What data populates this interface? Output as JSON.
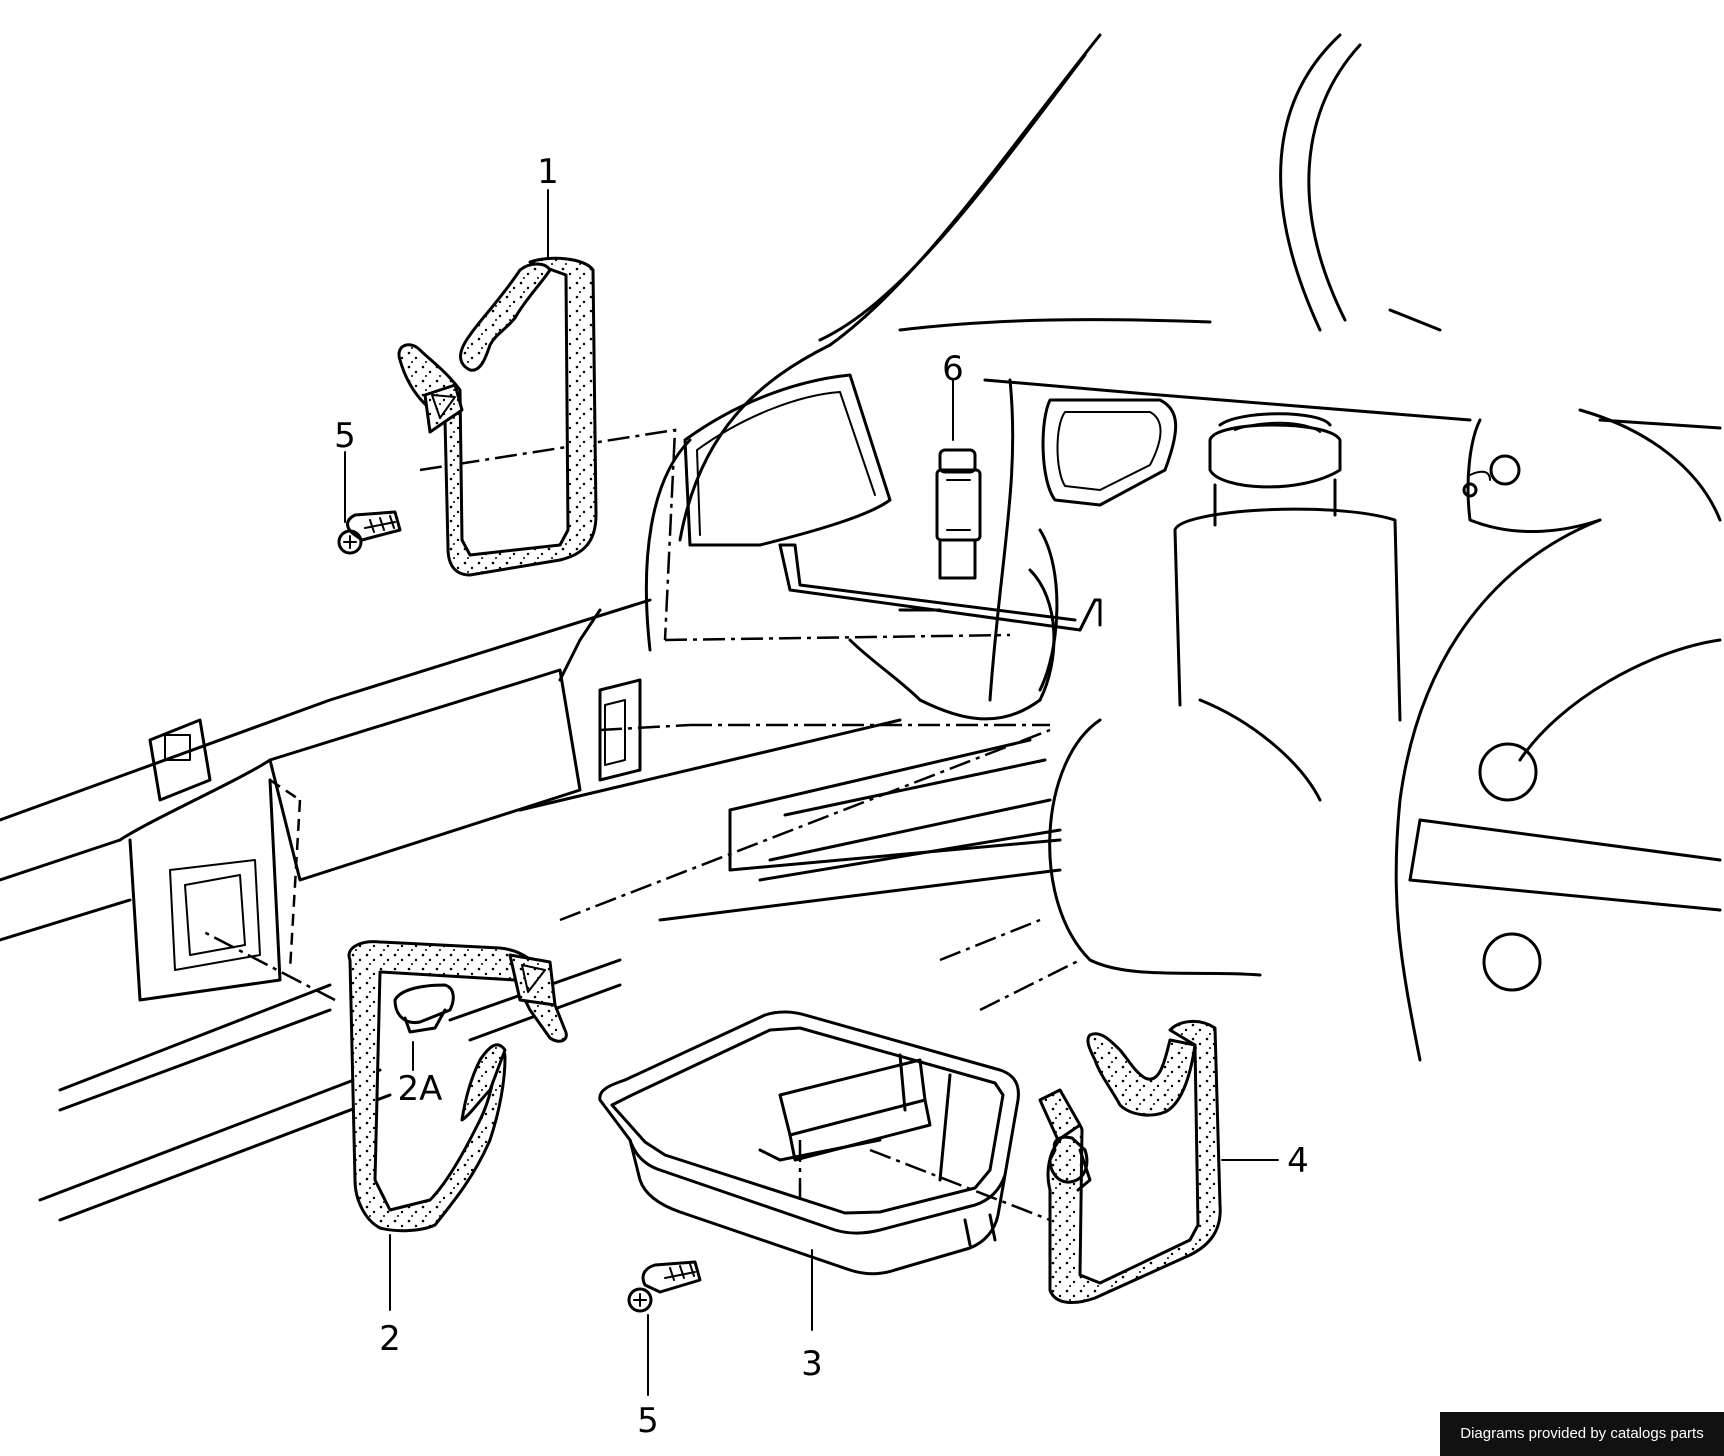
{
  "callouts": {
    "c1": "1",
    "c2": "2",
    "c2a": "2A",
    "c3": "3",
    "c4": "4",
    "c5_top": "5",
    "c5_bottom": "5",
    "c6": "6"
  },
  "credit": "Diagrams provided by catalogs parts"
}
